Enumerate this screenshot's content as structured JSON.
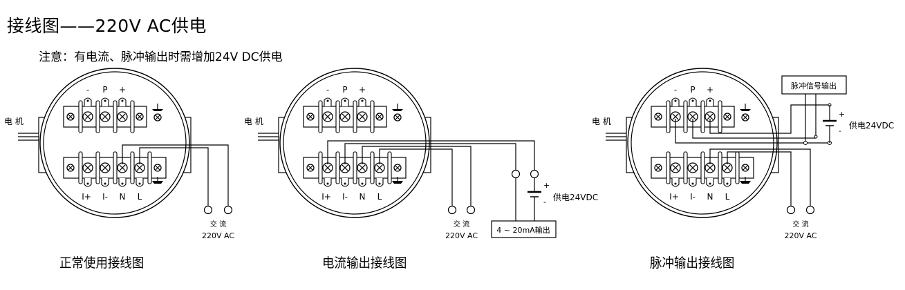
{
  "title": "接线图——220V AC供电",
  "note": "注意：有电流、脉冲输出时需增加24V DC供电",
  "colors": {
    "line": "#000000",
    "background": "#ffffff"
  },
  "terminal_labels_top": [
    "-",
    "P",
    "+"
  ],
  "terminal_labels_bottom": [
    "I+",
    "I-",
    "N",
    "L"
  ],
  "motor_label": "电 机",
  "ac_label_top": "交  流",
  "ac_label_bottom": "220V AC",
  "diagrams": [
    {
      "caption": "正常使用接线图"
    },
    {
      "caption": "电流输出接线图",
      "output_box": "4 ~ 20mA输出",
      "supply_label": "供电24VDC",
      "plus": "+",
      "minus": "-"
    },
    {
      "caption": "脉冲输出接线图",
      "output_box": "脉冲信号输出",
      "supply_label": "供电24VDC",
      "plus": "+",
      "minus": "-"
    }
  ]
}
